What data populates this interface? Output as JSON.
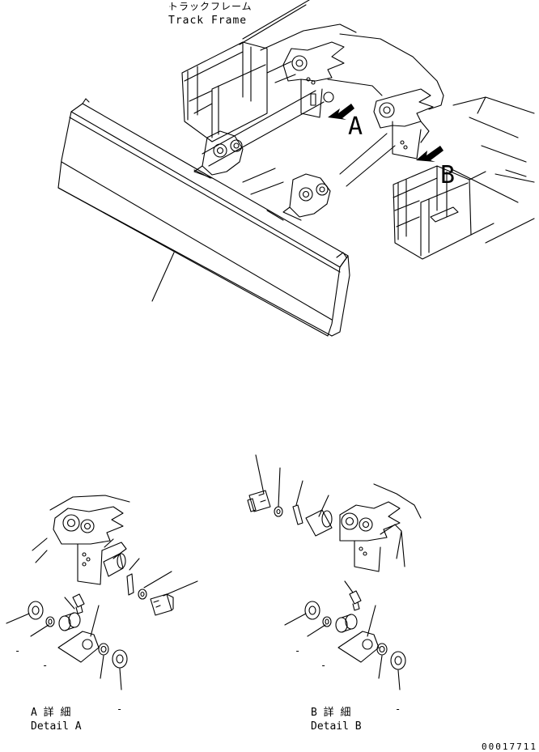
{
  "track_frame": {
    "jp": "トラックフレーム",
    "en": "Track Frame"
  },
  "callouts": {
    "a": "A",
    "b": "B"
  },
  "detail_a": {
    "jp": "A 詳 細",
    "en": "Detail A",
    "dash": "-"
  },
  "detail_b": {
    "jp": "B 詳 細",
    "en": "Detail B",
    "dash": "-"
  },
  "leader_dashes": [
    "-",
    "-",
    "-",
    "-"
  ],
  "drawing_number": "00017711",
  "colors": {
    "ink": "#000000",
    "paper": "#ffffff"
  }
}
